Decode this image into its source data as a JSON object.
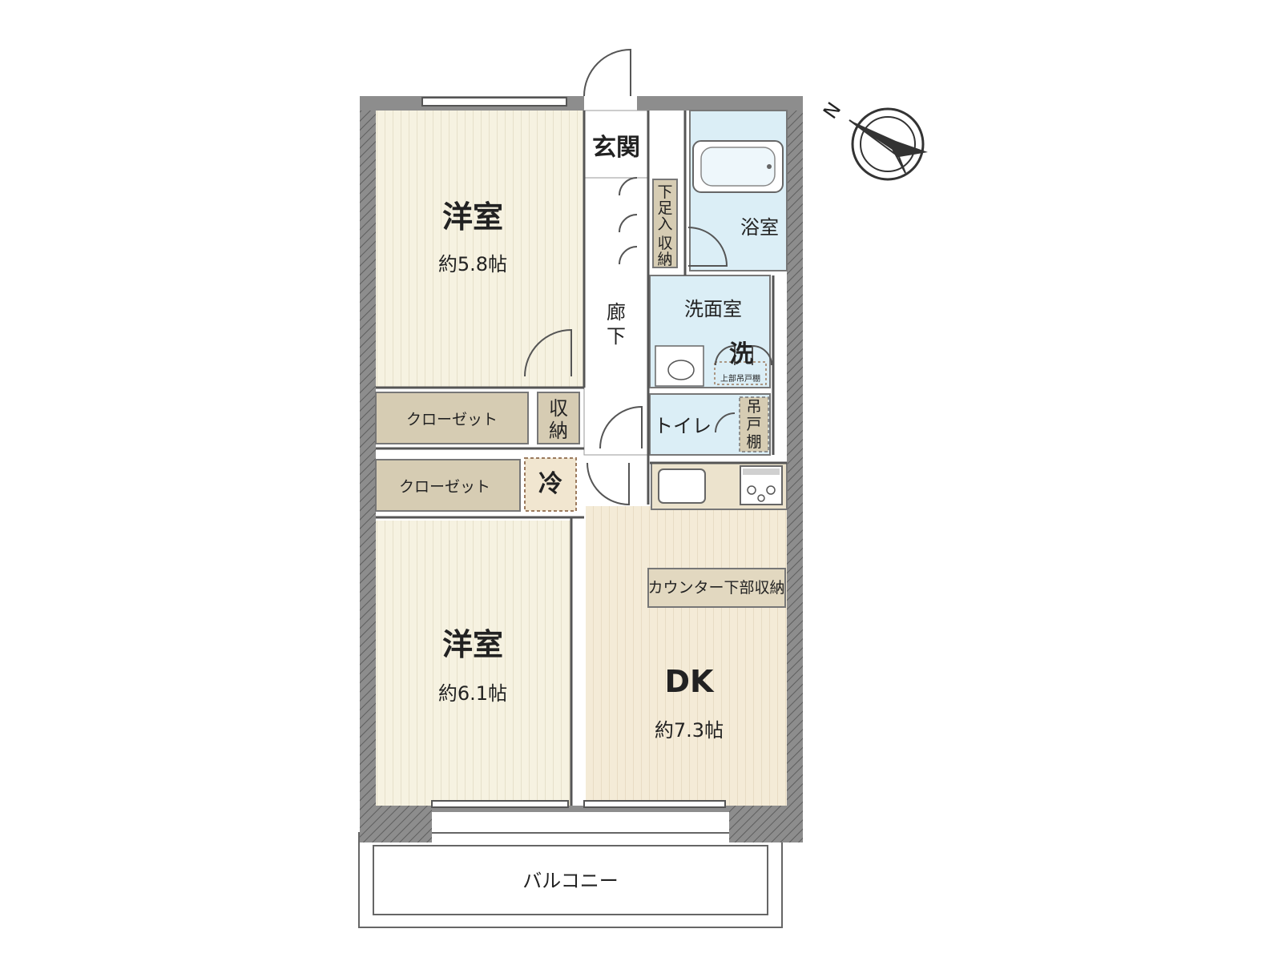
{
  "rooms": {
    "room1_name": "洋室",
    "room1_size": "約5.8帖",
    "room2_name": "洋室",
    "room2_size": "約6.1帖",
    "dk_name": "DK",
    "dk_size": "約7.3帖",
    "entrance": "玄関",
    "hallway": [
      "廊",
      "下"
    ],
    "bath": "浴室",
    "washroom": "洗面室",
    "laundry": "洗",
    "upper_cabinet_note": "上部吊戸棚",
    "toilet": "トイレ",
    "hanging_cabinet": [
      "吊",
      "戸",
      "棚"
    ],
    "closet1": "クローゼット",
    "closet2": "クローゼット",
    "storage": [
      "収",
      "納"
    ],
    "shoe_storage": [
      "下",
      "足",
      "入"
    ],
    "shoe_storage2": [
      "収",
      "納"
    ],
    "fridge": "冷",
    "counter_storage": "カウンター下部収納",
    "balcony": "バルコニー"
  },
  "compass": {
    "north_label": "N"
  },
  "colors": {
    "wall": "#8d8d8d",
    "room_floor": "#f6f2e1",
    "dk_floor": "#f4ebd7",
    "wet_area": "#dbeef6",
    "closet": "#d6ccb3",
    "grain": "#c9c1aa"
  }
}
